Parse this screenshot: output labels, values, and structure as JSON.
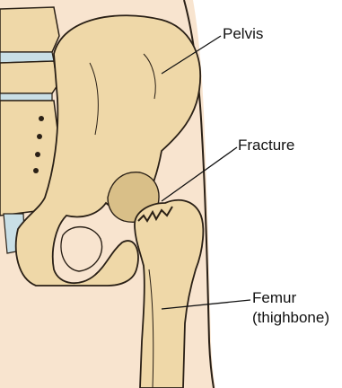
{
  "labels": {
    "pelvis": "Pelvis",
    "fracture": "Fracture",
    "femur": "Femur",
    "femur_sub": "(thighbone)"
  },
  "icons": [
    "pelvis-bone",
    "spine-vertebrae",
    "femur-bone",
    "fracture-line",
    "body-outline"
  ],
  "colors": {
    "skin": "#f8e4cf",
    "bone": "#efd8a8",
    "bone_shadow": "#d9bf88",
    "disc": "#c9dfe6",
    "outline": "#2a2016",
    "background": "#ffffff"
  }
}
